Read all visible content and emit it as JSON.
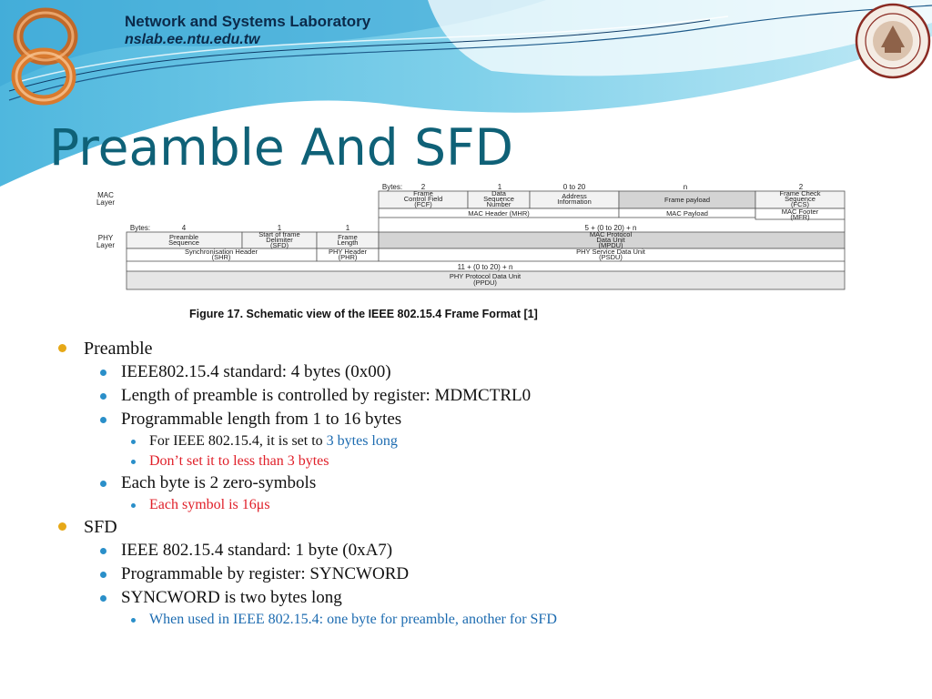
{
  "header": {
    "lab_name": "Network and Systems Laboratory",
    "lab_url": "nslab.ee.ntu.edu.tw"
  },
  "title": "Preamble And SFD",
  "figure": {
    "caption": "Figure 17. Schematic view of the IEEE 802.15.4 Frame Format [1]",
    "mac_label_1": "MAC",
    "mac_label_2": "Layer",
    "phy_label_1": "PHY",
    "phy_label_2": "Layer",
    "mac_bytes_label": "Bytes:",
    "mac_bytes": [
      "2",
      "1",
      "0 to 20",
      "n",
      "2"
    ],
    "mac_fields": [
      [
        "Frame",
        "Control Field",
        "(FCF)"
      ],
      [
        "Data",
        "Sequence",
        "Number"
      ],
      [
        "Address",
        "Information"
      ],
      [
        "Frame payload"
      ],
      [
        "Frame Check",
        "Sequence",
        "(FCS)"
      ]
    ],
    "mhr": "MAC Header (MHR)",
    "mac_payload": "MAC Payload",
    "mfr": [
      "MAC Footer",
      "(MFR)"
    ],
    "phy_bytes_label": "Bytes:",
    "phy_bytes": [
      "4",
      "1",
      "1",
      "5 + (0 to 20) + n"
    ],
    "phy_fields": [
      [
        "Preamble",
        "Sequence"
      ],
      [
        "Start of frame",
        "Delimiter",
        "(SFD)"
      ],
      [
        "Frame",
        "Length"
      ]
    ],
    "mpdu": [
      "MAC Protocol",
      "Data Unit",
      "(MPDU)"
    ],
    "shr": [
      "Synchronisation Header",
      "(SHR)"
    ],
    "phr": [
      "PHY Header",
      "(PHR)"
    ],
    "psdu": [
      "PHY Service Data Unit",
      "(PSDU)"
    ],
    "ppdu_bytes": "11 + (0 to 20) + n",
    "ppdu": [
      "PHY Protocol Data Unit",
      "(PPDU)"
    ]
  },
  "bullets": {
    "preamble": "Preamble",
    "p1": "IEEE802.15.4 standard: 4 bytes (0x00)",
    "p2": "Length of preamble is controlled by register: MDMCTRL0",
    "p3": "Programmable length from 1 to 16 bytes",
    "p3a_prefix": "For IEEE 802.15.4, it is set to ",
    "p3a_highlight": "3 bytes long",
    "p3b": "Don’t set it to less than 3 bytes",
    "p4": "Each byte is 2 zero-symbols",
    "p4a": "Each symbol is 16μs",
    "sfd": "SFD",
    "s1": "IEEE 802.15.4 standard: 1 byte (0xA7)",
    "s2": "Programmable by register: SYNCWORD",
    "s3": "SYNCWORD is two bytes long",
    "s3a": "When used in IEEE 802.15.4: one byte for preamble, another for SFD"
  },
  "colors": {
    "title": "#0f6177",
    "bullet_l1": "#e6a817",
    "bullet_l2": "#2a8fc9",
    "highlight_blue": "#1c6bb0",
    "highlight_red": "#e0202a"
  }
}
